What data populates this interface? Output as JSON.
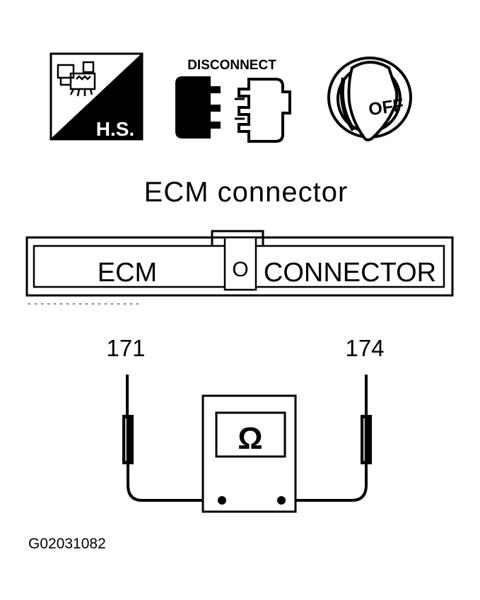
{
  "icons": {
    "hs_label": "H.S.",
    "disconnect_label": "DISCONNECT",
    "key_label": "OFF"
  },
  "connector": {
    "title": "ECM connector",
    "box_left_label": "ECM",
    "box_center_label": "O",
    "box_right_label": "CONNECTOR"
  },
  "meter": {
    "pin_left": "171",
    "pin_right": "174",
    "symbol": "Ω"
  },
  "figure_id": "G02031082"
}
